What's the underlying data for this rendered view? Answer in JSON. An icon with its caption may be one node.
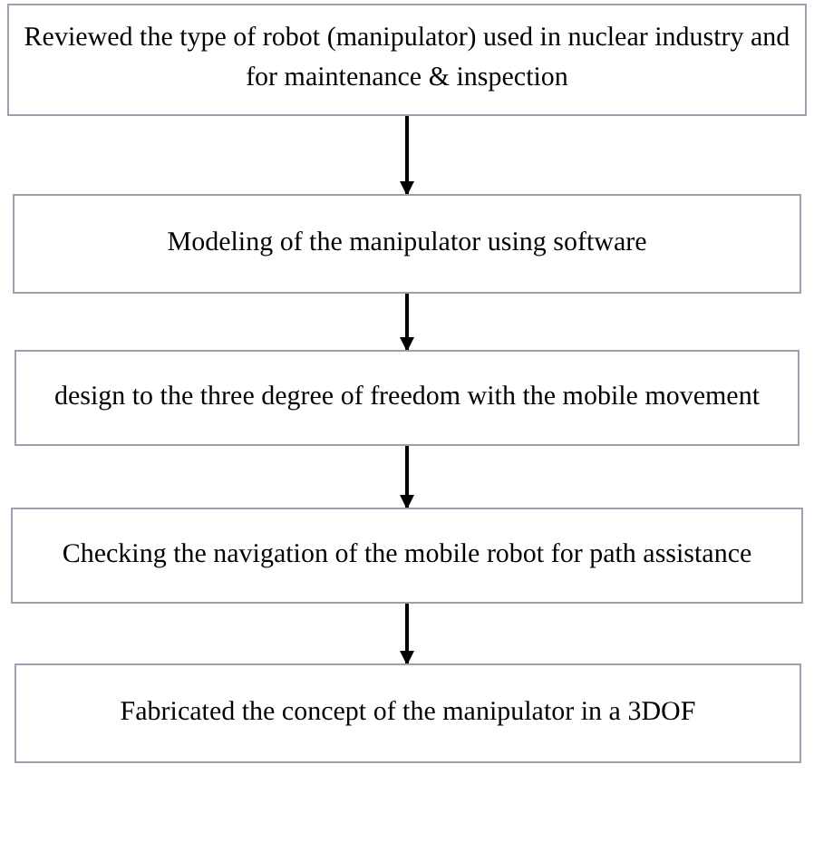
{
  "diagram": {
    "nodes": [
      {
        "text": [
          "Reviewed the type of robot (manipulator) used in nuclear industry and for maintenance & inspection"
        ]
      },
      {
        "text": [
          "Modeling of the manipulator using software"
        ]
      },
      {
        "text": [
          "design to the three degree of freedom with the mobile movement"
        ]
      },
      {
        "text": [
          "Checking the navigation of the mobile robot for path assistance"
        ]
      },
      {
        "text": [
          "Fabricated the concept of the manipulator in a 3DOF"
        ]
      }
    ],
    "edges": [
      {
        "from": 0,
        "to": 1,
        "arrow": "to"
      },
      {
        "from": 1,
        "to": 2,
        "arrow": "to"
      },
      {
        "from": 2,
        "to": 3,
        "arrow": "to"
      },
      {
        "from": 3,
        "to": 4,
        "arrow": "to"
      }
    ]
  }
}
